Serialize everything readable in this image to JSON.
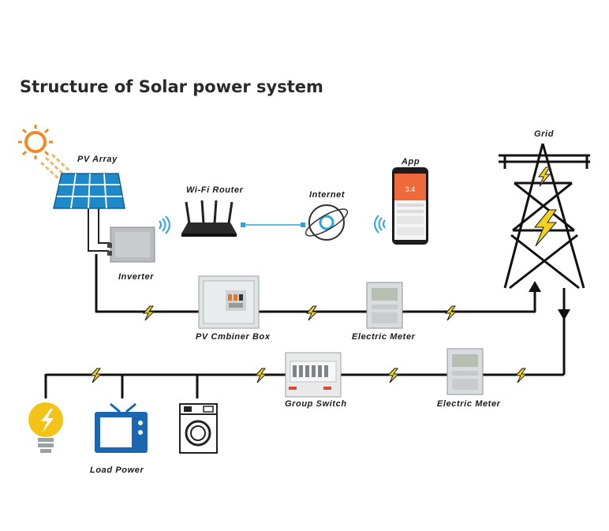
{
  "title": "Structure of Solar power system",
  "labels": {
    "pv_array": "PV Array",
    "inverter": "Inverter",
    "wifi_router": "Wi-Fi Router",
    "internet": "Internet",
    "app": "App",
    "grid": "Grid",
    "combiner_box": "PV Cmbiner Box",
    "electric_meter_top": "Electric Meter",
    "group_switch": "Group Switch",
    "electric_meter_bottom": "Electric Meter",
    "load_power": "Load Power"
  },
  "app_screen": {
    "reading": "3.4"
  },
  "colors": {
    "sun": "#f08a24",
    "panel": "#1e88c9",
    "bolt": "#f2d21a",
    "app_accent": "#ef6a3a",
    "tv": "#1b66b3",
    "bulb": "#f4c318",
    "link": "#2aa6df"
  }
}
